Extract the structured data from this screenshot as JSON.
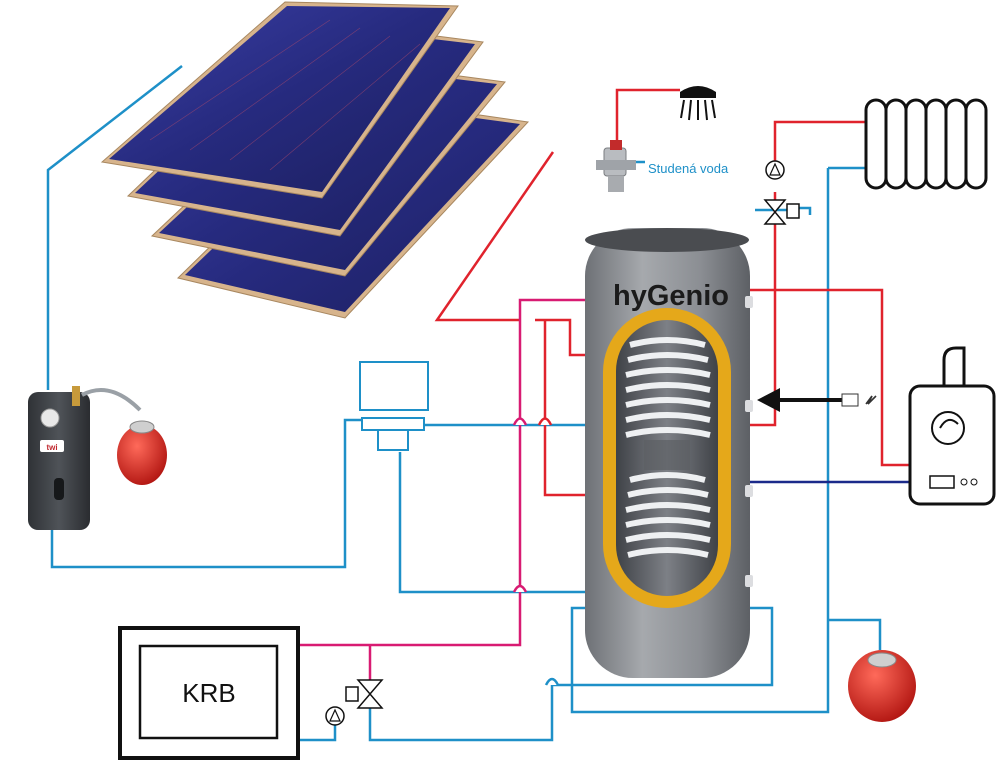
{
  "tank": {
    "brand": "hyGenio"
  },
  "labels": {
    "cold_water": "Studená voda",
    "fireplace": "KRB",
    "station_logo": "twi"
  },
  "colors": {
    "hot_pipe": "#e0232d",
    "cold_pipe": "#1e90c8",
    "fireplace_pipe": "#d81b72",
    "boiler_pipe": "#1b2a8a",
    "tank_body": "#8a8d92",
    "coil_ring": "#e5a81a",
    "panel": "#2a2d86",
    "expansion_vessel": "#d3231e"
  },
  "components": {
    "solar_collectors": 4,
    "icons": [
      "shower-icon",
      "radiator-icon",
      "pump-icon",
      "valve-icon",
      "boiler-icon",
      "sensor-icon",
      "expansion-vessel-icon"
    ]
  }
}
